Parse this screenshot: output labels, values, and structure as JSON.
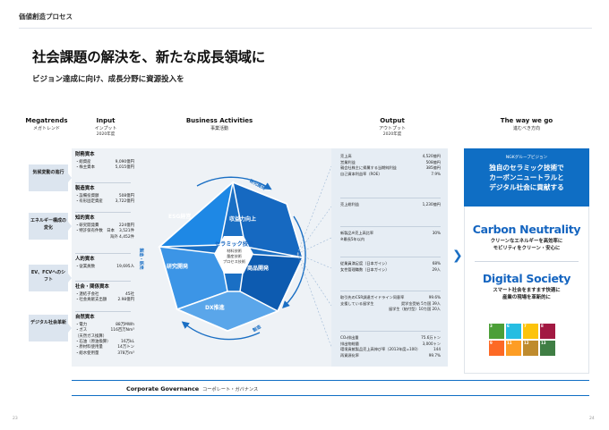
{
  "header": {
    "section": "価値創造プロセス",
    "title": "社会課題の解決を、新たな成長領域に",
    "subtitle": "ビジョン達成に向け、成長分野に資源投入を"
  },
  "columns": {
    "megatrends": {
      "en": "Megatrends",
      "jp": "メガトレンド"
    },
    "input": {
      "en": "Input",
      "jp": "インプット",
      "year": "2020年度"
    },
    "business": {
      "en": "Business Activities",
      "jp": "事業活動"
    },
    "output": {
      "en": "Output",
      "jp": "アウトプット",
      "year": "2020年度"
    },
    "way": {
      "en": "The way we go",
      "jp": "進むべき方向"
    }
  },
  "megatrends": [
    "気候変動の進行",
    "エネルギー構成の変化",
    "EV、FCVへのシフト",
    "デジタル社会革新"
  ],
  "inputs": [
    {
      "title": "財務資本",
      "rows": [
        [
          "・総資産",
          "9,090億円"
        ],
        [
          "・株主資本",
          "5,015億円"
        ]
      ]
    },
    {
      "title": "製造資本",
      "rows": [
        [
          "・設備投資額",
          "508億円"
        ],
        [
          "・有形固定資産",
          "3,722億円"
        ]
      ]
    },
    {
      "title": "知的資本",
      "rows": [
        [
          "・研究開発費",
          "224億円"
        ],
        [
          "・特許保有件数　日本",
          "3,521件"
        ],
        [
          "",
          "海外 4,452件"
        ]
      ]
    },
    {
      "title": "人的資本",
      "rows": [
        [
          "・従業員数",
          "19,695人"
        ]
      ]
    },
    {
      "title": "社会・関係資本",
      "rows": [
        [
          "・連結子会社",
          "45社"
        ],
        [
          "・社会貢献支出額",
          "2.98億円"
        ]
      ]
    },
    {
      "title": "自然資本",
      "rows": [
        [
          "・電力",
          "88万MWh"
        ],
        [
          "・ガス",
          "116百万Nm³"
        ],
        [
          "（天然ガス換算）",
          ""
        ],
        [
          "・石油（原油換算）",
          "16万kL"
        ],
        [
          "・原材料使用量",
          "14万トン"
        ],
        [
          "・総水使用量",
          "378万m³"
        ]
      ]
    }
  ],
  "business": {
    "center_title": "セラミック技術",
    "center_sub": [
      "材料技術",
      "量産技術",
      "プロセス技術"
    ],
    "segments": [
      "ESG経営",
      "収益力向上",
      "研究開発",
      "商品開発",
      "DX推進"
    ],
    "cycle": {
      "top": "研究開発",
      "left": "製造・販売",
      "bottom": "製造"
    }
  },
  "outputs": [
    {
      "rows": [
        [
          "売上高",
          "4,520億円"
        ],
        [
          "営業利益",
          "508億円"
        ],
        [
          "親会社株主に帰属する当期純利益",
          "385億円"
        ],
        [
          "自己資本利益率（ROE）",
          "7.9%"
        ]
      ]
    },
    {
      "rows": [
        [
          "売上総利益",
          "1,230億円"
        ]
      ]
    },
    {
      "rows": [
        [
          "新製品※売上高比率",
          "30%"
        ],
        [
          "※最長5年以内",
          ""
        ]
      ]
    },
    {
      "rows": [
        [
          "従業員満足度（日本ガイシ）",
          "68%"
        ],
        [
          "女性管理職数（日本ガイシ）",
          "29人"
        ]
      ]
    },
    {
      "rows": [
        [
          "取引先のCSR調達ガイドライン同意率",
          "99.6%"
        ],
        [
          "支援している留学生",
          "奨学金受給 5カ国 39人"
        ],
        [
          "",
          "留学生（給付型）10カ国 20人"
        ]
      ]
    },
    {
      "rows": [
        [
          "CO₂排出量",
          "75.6万トン"
        ],
        [
          "排出物総量",
          "3,000トン"
        ],
        [
          "環境貢献製品売上高伸び率（2013年度=100）",
          "144"
        ],
        [
          "再資源化率",
          "99.7%"
        ]
      ]
    }
  ],
  "vision": {
    "label": "NGKグループビジョン",
    "lines": [
      "独自のセラミック技術で",
      "カーボンニュートラルと",
      "デジタル社会に貢献する"
    ],
    "cn_title": "Carbon Neutrality",
    "cn_sub": [
      "クリーンなエネルギーを高効率に",
      "モビリティをクリーン・安心に"
    ],
    "ds_title": "Digital Society",
    "ds_sub": [
      "スマート社会をますます快適に",
      "産業の現場を革新的に"
    ],
    "sdgs": [
      {
        "num": "3",
        "color": "#4c9f38"
      },
      {
        "num": "6",
        "color": "#26bde2"
      },
      {
        "num": "7",
        "color": "#fcc30b"
      },
      {
        "num": "8",
        "color": "#a21942"
      },
      {
        "num": "9",
        "color": "#fd6925"
      },
      {
        "num": "11",
        "color": "#fd9d24"
      },
      {
        "num": "12",
        "color": "#bf8b2e"
      },
      {
        "num": "13",
        "color": "#3f7e44"
      }
    ]
  },
  "governance": {
    "en": "Corporate Governance",
    "jp": "コーポレート・ガバナンス"
  },
  "pages": {
    "left": "23",
    "right": "24"
  }
}
